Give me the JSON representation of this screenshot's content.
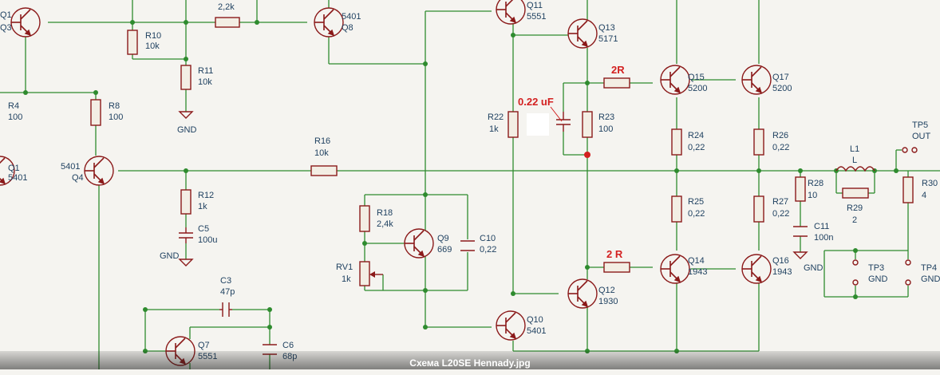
{
  "caption": "Схема L20SE Hennady.jpg",
  "annotations": {
    "r_top": "2R",
    "r_bot": "2 R",
    "cap_note": "0.22 uF"
  },
  "components": {
    "Q1": {
      "ref": "Q1",
      "val": "5401"
    },
    "Q3": {
      "ref": "Q3",
      "val": ""
    },
    "Q4": {
      "ref": "Q4",
      "val": "5401"
    },
    "Q7": {
      "ref": "Q7",
      "val": "5551"
    },
    "Q8": {
      "ref": "Q8",
      "val": "5401"
    },
    "Q9": {
      "ref": "Q9",
      "val": "669"
    },
    "Q10": {
      "ref": "Q10",
      "val": "5401"
    },
    "Q11": {
      "ref": "Q11",
      "val": "5551"
    },
    "Q12": {
      "ref": "Q12",
      "val": "1930"
    },
    "Q13": {
      "ref": "Q13",
      "val": "5171"
    },
    "Q14": {
      "ref": "Q14",
      "val": "1943"
    },
    "Q15": {
      "ref": "Q15",
      "val": "5200"
    },
    "Q16": {
      "ref": "Q16",
      "val": "1943"
    },
    "Q17": {
      "ref": "Q17",
      "val": "5200"
    },
    "R4": {
      "ref": "R4",
      "val": "100"
    },
    "R8": {
      "ref": "R8",
      "val": "100"
    },
    "R10": {
      "ref": "R10",
      "val": "10k"
    },
    "R11": {
      "ref": "R11",
      "val": "10k"
    },
    "R12": {
      "ref": "R12",
      "val": "1k"
    },
    "R16": {
      "ref": "R16",
      "val": "10k"
    },
    "R18": {
      "ref": "R18",
      "val": "2,4k"
    },
    "R22": {
      "ref": "R22",
      "val": "1k"
    },
    "R23": {
      "ref": "R23",
      "val": "100"
    },
    "R24": {
      "ref": "R24",
      "val": "0,22"
    },
    "R25": {
      "ref": "R25",
      "val": "0,22"
    },
    "R26": {
      "ref": "R26",
      "val": "0,22"
    },
    "R27": {
      "ref": "R27",
      "val": "0,22"
    },
    "R28": {
      "ref": "R28",
      "val": "10"
    },
    "R29": {
      "ref": "R29",
      "val": "2"
    },
    "R30": {
      "ref": "R30",
      "val": "4"
    },
    "Rtop": {
      "ref": "",
      "val": "2,2k"
    },
    "RV1": {
      "ref": "RV1",
      "val": "1k"
    },
    "C3": {
      "ref": "C3",
      "val": "47p"
    },
    "C5": {
      "ref": "C5",
      "val": "100u"
    },
    "C6": {
      "ref": "C6",
      "val": "68p"
    },
    "C10": {
      "ref": "C10",
      "val": "0,22"
    },
    "C11": {
      "ref": "C11",
      "val": "100n"
    },
    "L1": {
      "ref": "L1",
      "val": "L"
    },
    "TP3": {
      "ref": "TP3",
      "val": "GND"
    },
    "TP4": {
      "ref": "TP4",
      "val": "GND"
    },
    "TP5": {
      "ref": "TP5",
      "val": "OUT"
    }
  },
  "gnd": "GND",
  "colors": {
    "wire": "#2e8b2e",
    "component": "#8b1a1a",
    "label": "#1d3f5f",
    "annotation": "#d32020",
    "background": "#f5f4f0"
  }
}
